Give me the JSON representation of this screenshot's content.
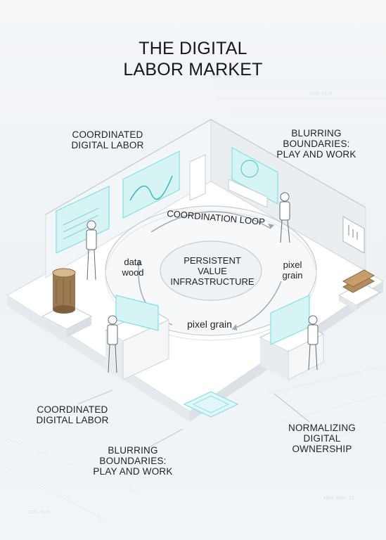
{
  "title": {
    "line1": "THE DIGITAL",
    "line2": "LABOR MARKET"
  },
  "corners": {
    "top_left": {
      "line1": "COORDINATED",
      "line2": "DIGITAL LABOR"
    },
    "top_right": {
      "line1": "BLURRING",
      "line2": "BOUNDARIES:",
      "line3": "PLAY AND WORK"
    },
    "bottom_left": {
      "line1": "COORDINATED",
      "line2": "DIGITAL LABOR"
    },
    "bottom_center": {
      "line1": "BLURRING",
      "line2": "BOUNDARIES:",
      "line3": "PLAY AND WORK"
    },
    "bottom_right": {
      "line1": "NORMALIZING",
      "line2": "DIGITAL",
      "line3": "OWNERSHIP"
    }
  },
  "ring": {
    "top": "COORDINATION LOOP",
    "left": {
      "line1": "data",
      "line2": "wood"
    },
    "right": {
      "line1": "pixel",
      "line2": "grain"
    },
    "bottom": "pixel grain",
    "center": {
      "line1": "PERSISTENT",
      "line2": "VALUE",
      "line3": "INFRASTRUCTURE"
    }
  },
  "colors": {
    "accent_cyan": "#7fe0e6",
    "floor": "#ffffff",
    "wall": "#f1f4f6",
    "line": "#c9d1d8",
    "wood": "#8a6a44"
  }
}
